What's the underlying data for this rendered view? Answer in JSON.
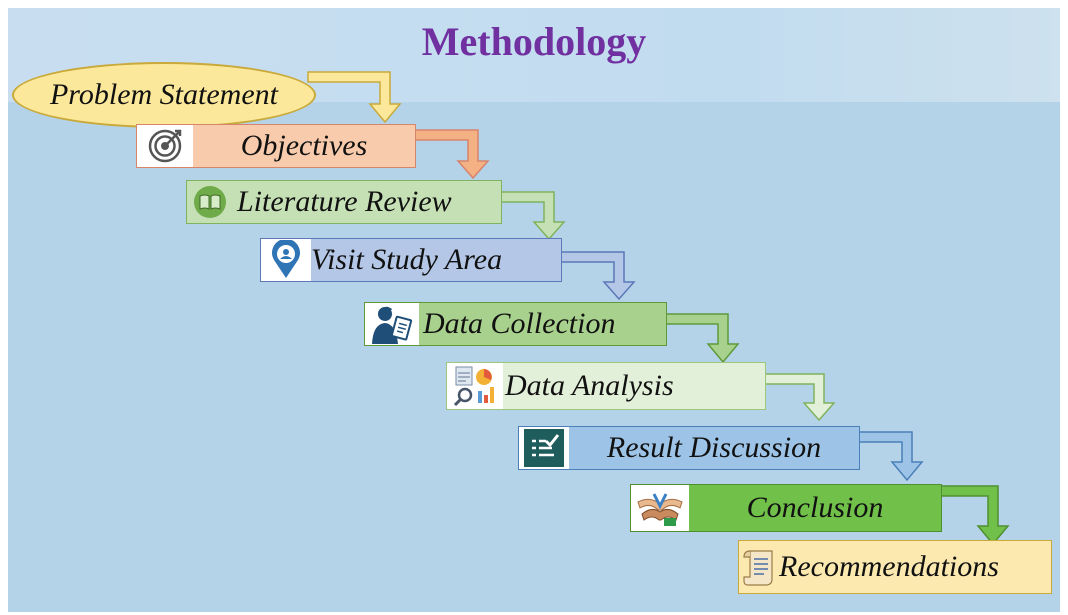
{
  "title": "Methodology",
  "steps": {
    "problem_statement": "Problem Statement",
    "objectives": "Objectives",
    "literature_review": "Literature Review",
    "visit_study_area": "Visit Study Area",
    "data_collection": "Data Collection",
    "data_analysis": "Data Analysis",
    "result_discussion": "Result Discussion",
    "conclusion": "Conclusion",
    "recommendations": "Recommendations"
  },
  "icons": {
    "objectives": "target-icon",
    "literature_review": "book-icon",
    "visit_study_area": "location-pin-icon",
    "data_collection": "person-clipboard-icon",
    "data_analysis": "analytics-icon",
    "result_discussion": "checklist-icon",
    "conclusion": "handshake-icon",
    "recommendations": "scroll-icon"
  },
  "colors": {
    "background": "#b4d3e9",
    "title": "#7030a0",
    "problem_statement": "#fbe89a",
    "objectives": "#f8cbad",
    "literature_review": "#c5e0b4",
    "visit_study_area": "#b4c7e7",
    "data_collection": "#a9d18e",
    "data_analysis": "#e2f0d9",
    "result_discussion": "#9dc3e6",
    "conclusion": "#70c04a",
    "recommendations": "#fbe9b0"
  }
}
